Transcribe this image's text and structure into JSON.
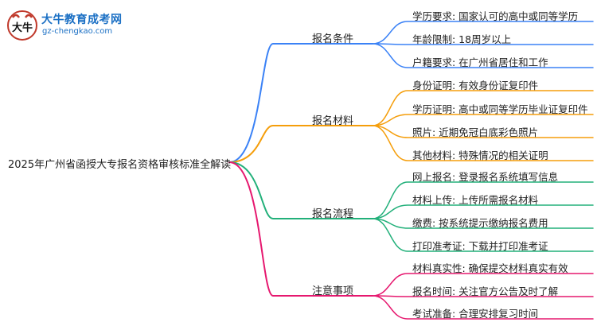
{
  "logo": {
    "title": "大牛教育成考网",
    "url": "gz-chengkao.com",
    "mark_text": "大牛"
  },
  "root": "2025年广州省函授大专报名资格审核标准全解读",
  "branches": [
    {
      "label": "报名条件",
      "color": "#3b82f6",
      "leaves": [
        "学历要求: 国家认可的高中或同等学历",
        "年龄限制: 18周岁以上",
        "户籍要求: 在广州省居住和工作"
      ]
    },
    {
      "label": "报名材料",
      "color": "#f59e0b",
      "leaves": [
        "身份证明: 有效身份证复印件",
        "学历证明: 高中或同等学历毕业证复印件",
        "照片: 近期免冠白底彩色照片",
        "其他材料: 特殊情况的相关证明"
      ]
    },
    {
      "label": "报名流程",
      "color": "#22b07a",
      "leaves": [
        "网上报名: 登录报名系统填写信息",
        "材料上传: 上传所需报名材料",
        "缴费: 按系统提示缴纳报名费用",
        "打印准考证: 下载并打印准考证"
      ]
    },
    {
      "label": "注意事项",
      "color": "#e6186f",
      "leaves": [
        "材料真实性: 确保提交材料真实有效",
        "报名时间: 关注官方公告及时了解",
        "考试准备: 合理安排复习时间"
      ]
    }
  ]
}
